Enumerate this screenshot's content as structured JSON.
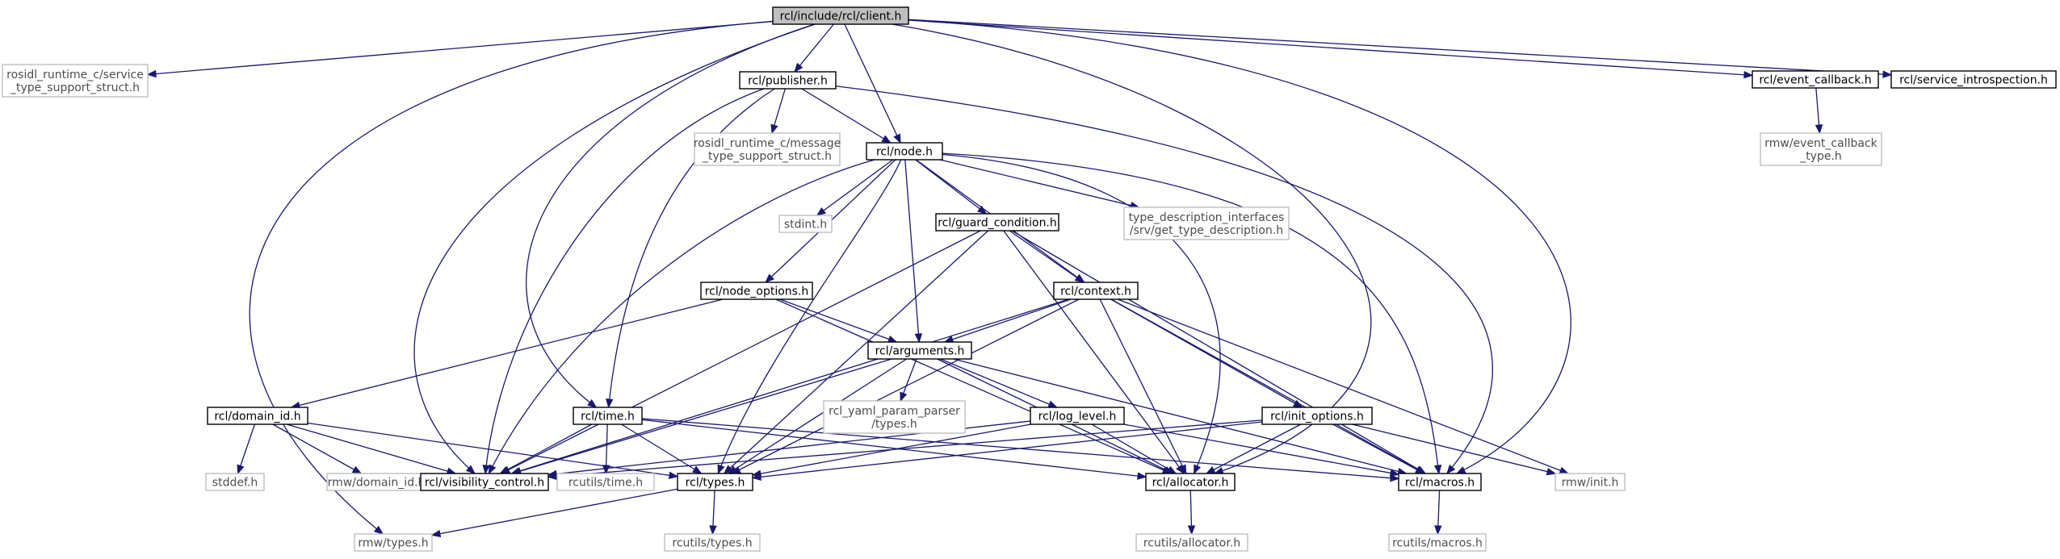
{
  "diagram": {
    "colors": {
      "edge": "#191970",
      "root_fill": "#bfbfbf",
      "external_border": "#bfbfbf"
    },
    "nodes": [
      {
        "id": "client",
        "kind": "root",
        "label": "rcl/include/rcl/client.h"
      },
      {
        "id": "service_support",
        "kind": "external",
        "label": "rosidl_runtime_c/service\n_type_support_struct.h"
      },
      {
        "id": "publisher",
        "kind": "internal",
        "label": "rcl/publisher.h"
      },
      {
        "id": "message_support",
        "kind": "external",
        "label": "rosidl_runtime_c/message\n_type_support_struct.h"
      },
      {
        "id": "node",
        "kind": "internal",
        "label": "rcl/node.h"
      },
      {
        "id": "stdint",
        "kind": "external",
        "label": "stdint.h"
      },
      {
        "id": "guard_condition",
        "kind": "internal",
        "label": "rcl/guard_condition.h"
      },
      {
        "id": "type_description",
        "kind": "external",
        "label": "type_description_interfaces\n/srv/get_type_description.h"
      },
      {
        "id": "event_callback",
        "kind": "internal",
        "label": "rcl/event_callback.h"
      },
      {
        "id": "rmw_event_callback_type",
        "kind": "external",
        "label": "rmw/event_callback\n_type.h"
      },
      {
        "id": "service_introspection",
        "kind": "internal",
        "label": "rcl/service_introspection.h"
      },
      {
        "id": "node_options",
        "kind": "internal",
        "label": "rcl/node_options.h"
      },
      {
        "id": "context",
        "kind": "internal",
        "label": "rcl/context.h"
      },
      {
        "id": "arguments",
        "kind": "internal",
        "label": "rcl/arguments.h"
      },
      {
        "id": "domain_id",
        "kind": "internal",
        "label": "rcl/domain_id.h"
      },
      {
        "id": "time",
        "kind": "internal",
        "label": "rcl/time.h"
      },
      {
        "id": "yaml_types",
        "kind": "external",
        "label": "rcl_yaml_param_parser\n/types.h"
      },
      {
        "id": "log_level",
        "kind": "internal",
        "label": "rcl/log_level.h"
      },
      {
        "id": "init_options",
        "kind": "internal",
        "label": "rcl/init_options.h"
      },
      {
        "id": "stddef",
        "kind": "external",
        "label": "stddef.h"
      },
      {
        "id": "rmw_domain_id",
        "kind": "external",
        "label": "rmw/domain_id.h"
      },
      {
        "id": "visibility_control",
        "kind": "internal",
        "label": "rcl/visibility_control.h"
      },
      {
        "id": "rcutils_time",
        "kind": "external",
        "label": "rcutils/time.h"
      },
      {
        "id": "types",
        "kind": "internal",
        "label": "rcl/types.h"
      },
      {
        "id": "allocator",
        "kind": "internal",
        "label": "rcl/allocator.h"
      },
      {
        "id": "macros",
        "kind": "internal",
        "label": "rcl/macros.h"
      },
      {
        "id": "rmw_init",
        "kind": "external",
        "label": "rmw/init.h"
      },
      {
        "id": "rmw_types",
        "kind": "external",
        "label": "rmw/types.h"
      },
      {
        "id": "rcutils_types",
        "kind": "external",
        "label": "rcutils/types.h"
      },
      {
        "id": "rcutils_allocator",
        "kind": "external",
        "label": "rcutils/allocator.h"
      },
      {
        "id": "rcutils_macros",
        "kind": "external",
        "label": "rcutils/macros.h"
      }
    ],
    "edges": [
      [
        "client",
        "service_support"
      ],
      [
        "client",
        "publisher"
      ],
      [
        "client",
        "node"
      ],
      [
        "client",
        "event_callback"
      ],
      [
        "client",
        "service_introspection"
      ],
      [
        "client",
        "time"
      ],
      [
        "client",
        "visibility_control"
      ],
      [
        "client",
        "rmw_types"
      ],
      [
        "client",
        "allocator"
      ],
      [
        "client",
        "macros"
      ],
      [
        "publisher",
        "message_support"
      ],
      [
        "publisher",
        "node"
      ],
      [
        "publisher",
        "time"
      ],
      [
        "publisher",
        "visibility_control"
      ],
      [
        "publisher",
        "macros"
      ],
      [
        "node",
        "stdint"
      ],
      [
        "node",
        "guard_condition"
      ],
      [
        "node",
        "type_description"
      ],
      [
        "node",
        "node_options"
      ],
      [
        "node",
        "context"
      ],
      [
        "node",
        "arguments"
      ],
      [
        "node",
        "types"
      ],
      [
        "node",
        "visibility_control"
      ],
      [
        "node",
        "allocator"
      ],
      [
        "node",
        "macros"
      ],
      [
        "event_callback",
        "rmw_event_callback_type"
      ],
      [
        "guard_condition",
        "context"
      ],
      [
        "guard_condition",
        "types"
      ],
      [
        "guard_condition",
        "visibility_control"
      ],
      [
        "guard_condition",
        "allocator"
      ],
      [
        "guard_condition",
        "macros"
      ],
      [
        "node_options",
        "arguments"
      ],
      [
        "node_options",
        "domain_id"
      ],
      [
        "node_options",
        "allocator"
      ],
      [
        "context",
        "arguments"
      ],
      [
        "context",
        "init_options"
      ],
      [
        "context",
        "types"
      ],
      [
        "context",
        "visibility_control"
      ],
      [
        "context",
        "allocator"
      ],
      [
        "context",
        "macros"
      ],
      [
        "context",
        "rmw_init"
      ],
      [
        "arguments",
        "yaml_types"
      ],
      [
        "arguments",
        "log_level"
      ],
      [
        "arguments",
        "types"
      ],
      [
        "arguments",
        "visibility_control"
      ],
      [
        "arguments",
        "allocator"
      ],
      [
        "arguments",
        "macros"
      ],
      [
        "domain_id",
        "stddef"
      ],
      [
        "domain_id",
        "rmw_domain_id"
      ],
      [
        "domain_id",
        "visibility_control"
      ],
      [
        "domain_id",
        "types"
      ],
      [
        "time",
        "rcutils_time"
      ],
      [
        "time",
        "types"
      ],
      [
        "time",
        "visibility_control"
      ],
      [
        "time",
        "allocator"
      ],
      [
        "time",
        "macros"
      ],
      [
        "log_level",
        "types"
      ],
      [
        "log_level",
        "visibility_control"
      ],
      [
        "log_level",
        "allocator"
      ],
      [
        "log_level",
        "macros"
      ],
      [
        "init_options",
        "types"
      ],
      [
        "init_options",
        "visibility_control"
      ],
      [
        "init_options",
        "allocator"
      ],
      [
        "init_options",
        "macros"
      ],
      [
        "init_options",
        "rmw_init"
      ],
      [
        "types",
        "rmw_types"
      ],
      [
        "types",
        "rcutils_types"
      ],
      [
        "allocator",
        "rcutils_allocator"
      ],
      [
        "macros",
        "rcutils_macros"
      ]
    ]
  }
}
